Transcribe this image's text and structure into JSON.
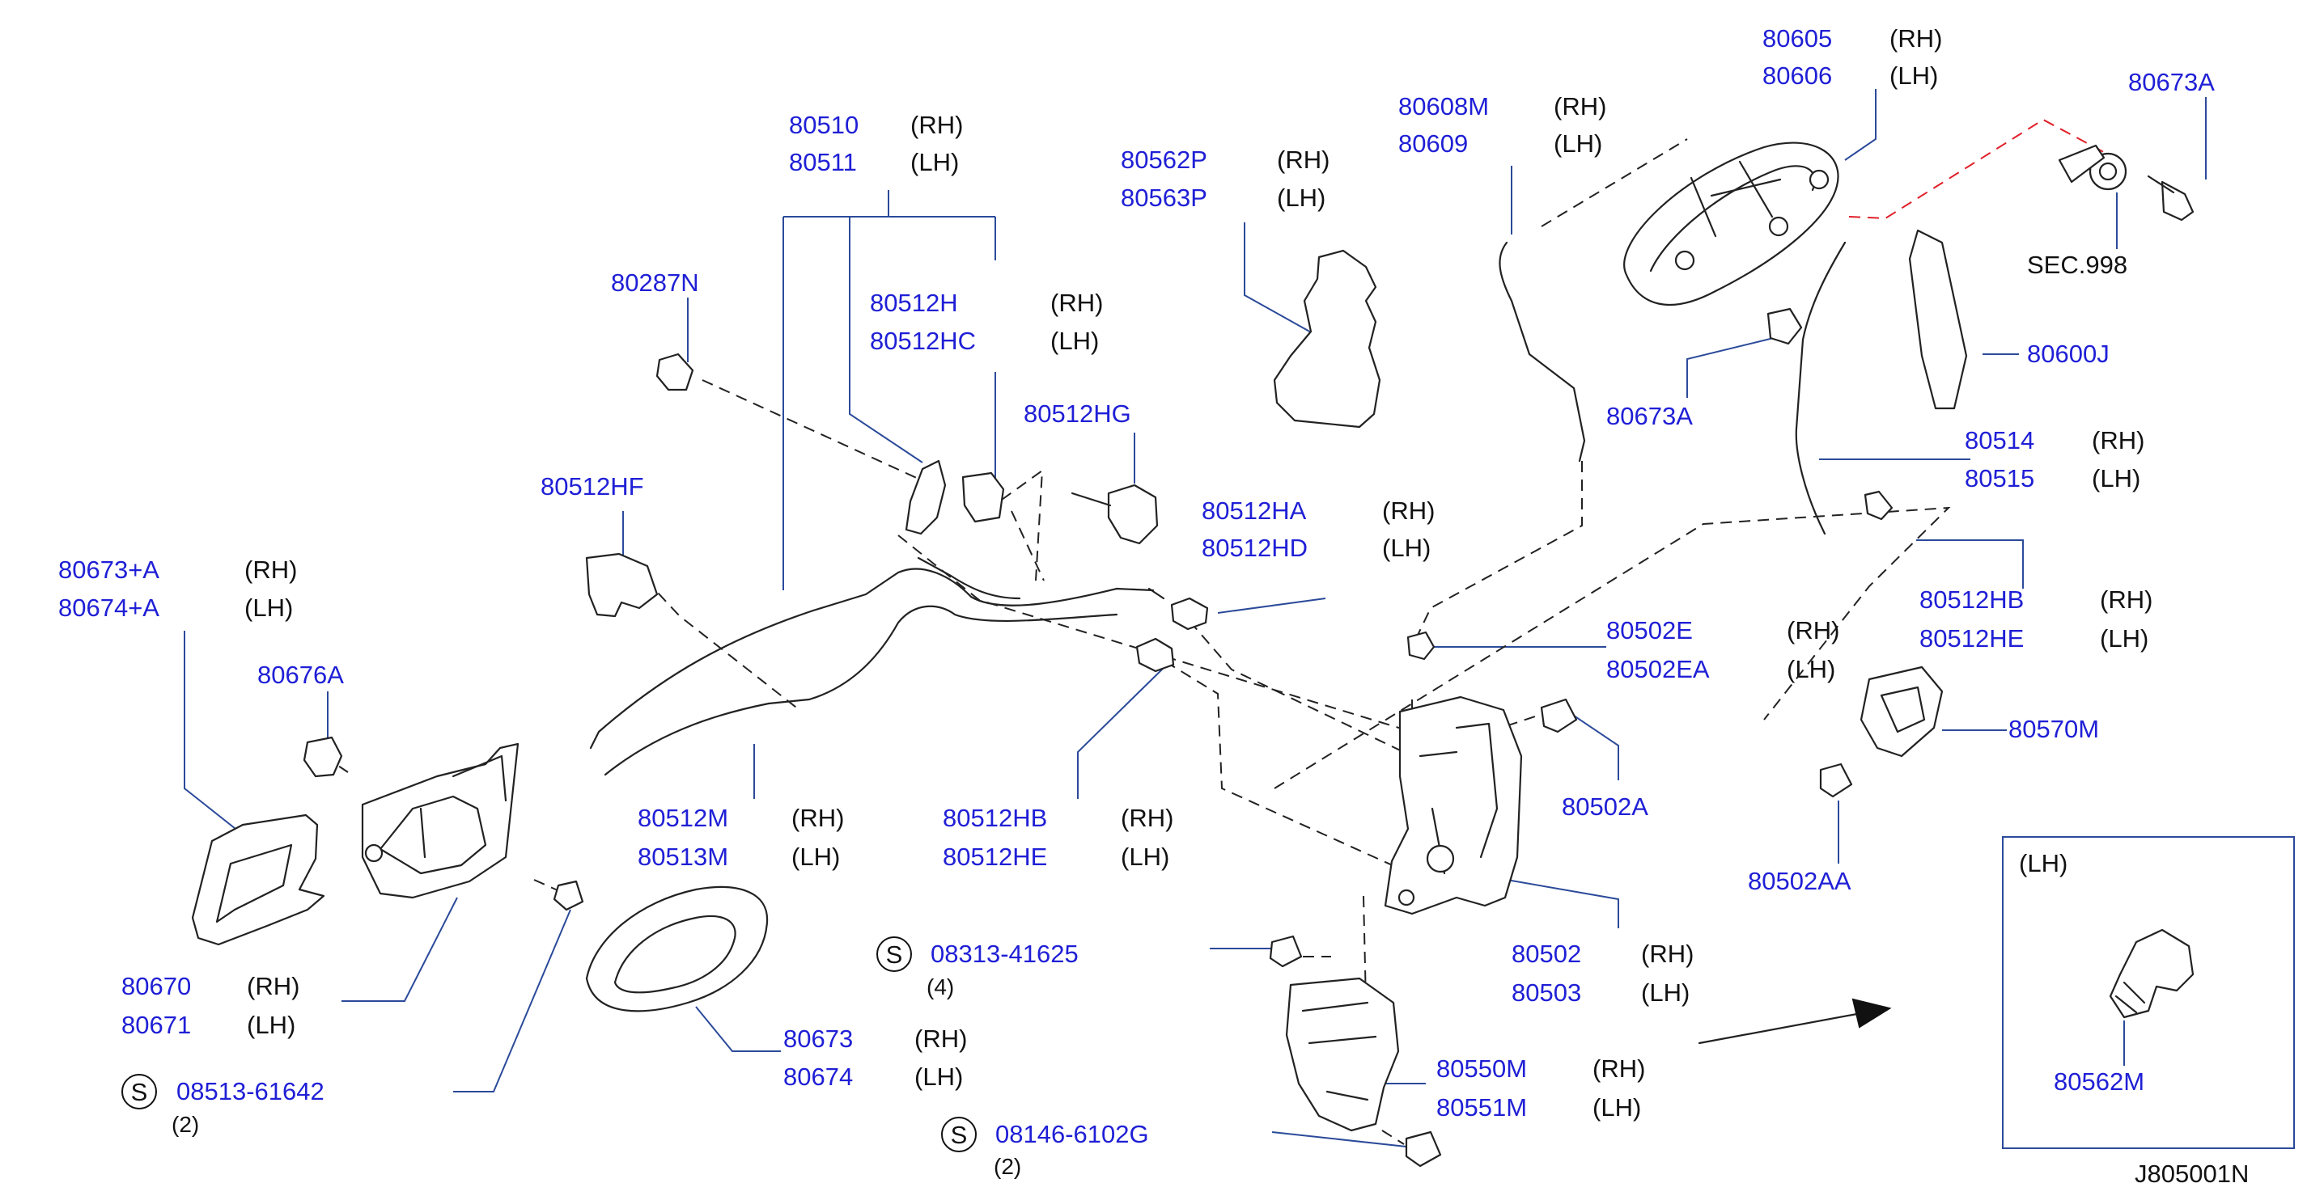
{
  "colors": {
    "part_number": "#1f1fd6",
    "leader": "#2b4a9a",
    "reference_dash": "#e0202a",
    "outline": "#222222"
  },
  "icons": {
    "standard_part_symbol": "circled-s-icon",
    "direction_arrow": "arrow-right-icon"
  },
  "labels": {
    "l80605": {
      "part": "80605",
      "side": "(RH)"
    },
    "l80606": {
      "part": "80606",
      "side": "(LH)"
    },
    "l80673A_top": {
      "part": "80673A"
    },
    "sec998": {
      "text": "SEC.998"
    },
    "l80608M": {
      "part": "80608M",
      "side": "(RH)"
    },
    "l80609": {
      "part": "80609",
      "side": "(LH)"
    },
    "l80562P": {
      "part": "80562P",
      "side": "(RH)"
    },
    "l80563P": {
      "part": "80563P",
      "side": "(LH)"
    },
    "l80510": {
      "part": "80510",
      "side": "(RH)"
    },
    "l80511": {
      "part": "80511",
      "side": "(LH)"
    },
    "l80287N": {
      "part": "80287N"
    },
    "l80512H": {
      "part": "80512H",
      "side": "(RH)"
    },
    "l80512HC": {
      "part": "80512HC",
      "side": "(LH)"
    },
    "l80512HG": {
      "part": "80512HG"
    },
    "l80600J": {
      "part": "80600J"
    },
    "l80673A_mid": {
      "part": "80673A"
    },
    "l80514": {
      "part": "80514",
      "side": "(RH)"
    },
    "l80515": {
      "part": "80515",
      "side": "(LH)"
    },
    "l80512HF": {
      "part": "80512HF"
    },
    "l80512HA": {
      "part": "80512HA",
      "side": "(RH)"
    },
    "l80512HD": {
      "part": "80512HD",
      "side": "(LH)"
    },
    "l80673pA": {
      "part": "80673+A",
      "side": "(RH)"
    },
    "l80674pA": {
      "part": "80674+A",
      "side": "(LH)"
    },
    "l80512HB_r": {
      "part": "80512HB",
      "side": "(RH)"
    },
    "l80512HE_r": {
      "part": "80512HE",
      "side": "(LH)"
    },
    "l80502E": {
      "part": "80502E",
      "side": "(RH)"
    },
    "l80502EA": {
      "part": "80502EA",
      "side": "(LH)"
    },
    "l80676A": {
      "part": "80676A"
    },
    "l80570M": {
      "part": "80570M"
    },
    "l80502A": {
      "part": "80502A"
    },
    "l80512M": {
      "part": "80512M",
      "side": "(RH)"
    },
    "l80513M": {
      "part": "80513M",
      "side": "(LH)"
    },
    "l80512HB_c": {
      "part": "80512HB",
      "side": "(RH)"
    },
    "l80512HE_c": {
      "part": "80512HE",
      "side": "(LH)"
    },
    "l80502AA": {
      "part": "80502AA"
    },
    "l08313": {
      "part": "08313-41625",
      "qty": "(4)"
    },
    "l80502": {
      "part": "80502",
      "side": "(RH)"
    },
    "l80503": {
      "part": "80503",
      "side": "(LH)"
    },
    "l80670": {
      "part": "80670",
      "side": "(RH)"
    },
    "l80671": {
      "part": "80671",
      "side": "(LH)"
    },
    "l80673": {
      "part": "80673",
      "side": "(RH)"
    },
    "l80674": {
      "part": "80674",
      "side": "(LH)"
    },
    "l80550M": {
      "part": "80550M",
      "side": "(RH)"
    },
    "l80551M": {
      "part": "80551M",
      "side": "(LH)"
    },
    "l08513": {
      "part": "08513-61642",
      "qty": "(2)"
    },
    "l08146": {
      "part": "08146-6102G",
      "qty": "(2)"
    },
    "inset_lh": {
      "text": "(LH)"
    },
    "l80562M": {
      "part": "80562M"
    },
    "drawing_id": {
      "text": "J805001N"
    },
    "s_symbol": "S"
  }
}
